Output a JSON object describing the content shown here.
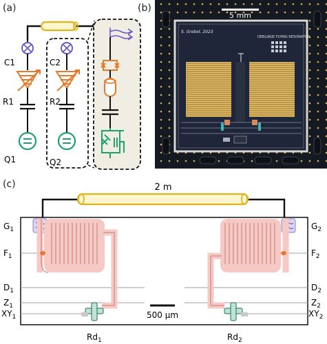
{
  "panel_a": {
    "label": "(a)",
    "qubit_1": {
      "coupler": "C1",
      "resonator": "R1",
      "qubit": "Q1"
    },
    "qubit_2": {
      "coupler": "C2",
      "resonator": "R2",
      "qubit": "Q2"
    }
  },
  "panel_b": {
    "label": "(b)",
    "scale_bar": "5 mm",
    "chip_title": "DEBLIAGE FLYING RESONATOR",
    "handwritten_note": "S. Grebel, 2023"
  },
  "panel_c": {
    "label": "(c)",
    "cable_length": "2 m",
    "scale_bar": "500 μm",
    "left_lines": [
      {
        "base": "G",
        "sub": "1"
      },
      {
        "base": "F",
        "sub": "1"
      },
      {
        "base": "D",
        "sub": "1"
      },
      {
        "base": "Z",
        "sub": "1"
      },
      {
        "base": "XY",
        "sub": "1"
      }
    ],
    "right_lines": [
      {
        "base": "G",
        "sub": "2"
      },
      {
        "base": "F",
        "sub": "2"
      },
      {
        "base": "D",
        "sub": "2"
      },
      {
        "base": "Z",
        "sub": "2"
      },
      {
        "base": "XY",
        "sub": "2"
      }
    ],
    "readout_left": {
      "base": "Rd",
      "sub": "1"
    },
    "readout_right": {
      "base": "Rd",
      "sub": "2"
    }
  },
  "colors": {
    "cable": "#f2c94c",
    "coupler": "#6a5acd",
    "resonator": "#e8792a",
    "qubit": "#1f9e6e",
    "resonator_fill": "#f4b9b5",
    "chip_dark": "#181c24",
    "gold": "#c9a24a"
  }
}
